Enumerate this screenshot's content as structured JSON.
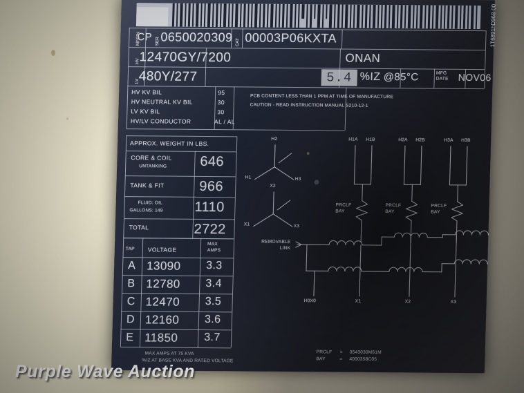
{
  "watermark": "Purple Wave Auction",
  "nameplate": {
    "identification": {
      "mfgn_label": "MFG'N",
      "ser_label": "SER",
      "cp_prefix": "CP",
      "serial_number": "0650020309",
      "cat_label": "CAT",
      "catalog_number": "00003P06KXTA"
    },
    "ratings": {
      "hv_label": "HV",
      "hv_voltage": "12470GY/7200",
      "lv_label": "LV",
      "lv_voltage": "480Y/277",
      "cooling_class": "ONAN",
      "impedance_value": "5.4",
      "impedance_label": "%IZ",
      "temp_rise": "@85°C",
      "mfg_date_label": "MFG DATE",
      "mfg_date": "NOV06",
      "edge_code": "1T6891hD968-00"
    },
    "bil": [
      {
        "label": "HV KV BIL",
        "value": "95"
      },
      {
        "label": "HV NEUTRAL KV BIL",
        "value": "30"
      },
      {
        "label": "LV KV BIL",
        "value": "30"
      },
      {
        "label": "HV/LV CONDUCTOR",
        "value": "AL / AL"
      }
    ],
    "notices": [
      "PCB CONTENT LESS THAN 1 PPM AT TIME OF MANUFACTURE",
      "CAUTION - READ INSTRUCTION MANUAL S210-12-1"
    ],
    "weights": {
      "title": "APPROX. WEIGHT IN LBS.",
      "rows": [
        {
          "label": "CORE & COIL",
          "sublabel": "UNTANKING",
          "value": "646"
        },
        {
          "label": "TANK & FIT",
          "sublabel": "",
          "value": "966"
        },
        {
          "label": "FLUID:  OIL",
          "sublabel": "GALLONS:   149",
          "value": "1110"
        },
        {
          "label": "TOTAL",
          "sublabel": "",
          "value": "2722"
        }
      ]
    },
    "taps": {
      "headers": [
        "TAP",
        "VOLTAGE",
        "MAX AMPS"
      ],
      "rows": [
        {
          "tap": "A",
          "voltage": "13090",
          "amps": "3.3"
        },
        {
          "tap": "B",
          "voltage": "12780",
          "amps": "3.4"
        },
        {
          "tap": "C",
          "voltage": "12470",
          "amps": "3.5"
        },
        {
          "tap": "D",
          "voltage": "12160",
          "amps": "3.6"
        },
        {
          "tap": "E",
          "voltage": "11850",
          "amps": "3.7"
        }
      ]
    },
    "footnotes": [
      "MAX AMPS AT        75 KVA",
      "%IZ AT BASE KVA AND RATED VOLTAGE"
    ],
    "part_numbers": [
      {
        "label": "PRCLF",
        "eq": "=",
        "value": "3543030M61M"
      },
      {
        "label": "BAY",
        "eq": "=",
        "value": "4000358C05"
      }
    ],
    "vector_diagrams": {
      "hv": {
        "top": "H2",
        "left": "H1",
        "right": "H3"
      },
      "lv": {
        "top": "X2",
        "left": "X1",
        "right": "X3"
      }
    },
    "schematic": {
      "hv_terminals": [
        "H1A",
        "H1B",
        "H2A",
        "H2B",
        "H3A",
        "H3B"
      ],
      "coil_label_line1": "PRCLF",
      "coil_label_line2": "BAY",
      "removable_link_line1": "REMOVABLE",
      "removable_link_line2": "LINK",
      "lv_terminals": [
        "H0X0",
        "X1",
        "X2",
        "X3"
      ]
    }
  }
}
